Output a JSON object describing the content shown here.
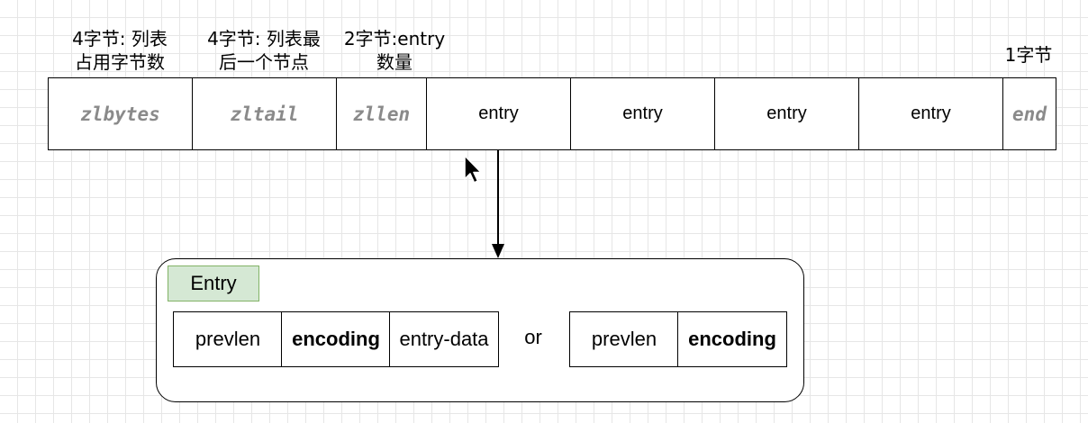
{
  "annotations": {
    "zlbytes": [
      "4字节: 列表",
      "占用字节数"
    ],
    "zltail": [
      "4字节: 列表最",
      "后一个节点"
    ],
    "zllen": [
      "2字节:entry",
      "数量"
    ],
    "end": "1字节"
  },
  "ziplist": {
    "fields": [
      "zlbytes",
      "zltail",
      "zllen",
      "entry",
      "entry",
      "entry",
      "entry",
      "end"
    ]
  },
  "entry_box": {
    "title": "Entry",
    "layout1": [
      "prevlen",
      "encoding",
      "entry-data"
    ],
    "separator": "or",
    "layout2": [
      "prevlen",
      "encoding"
    ]
  },
  "colors": {
    "field_text": "#8a8a8a",
    "entry_tag_fill": "#d5e8d4",
    "entry_tag_border": "#82b366"
  }
}
